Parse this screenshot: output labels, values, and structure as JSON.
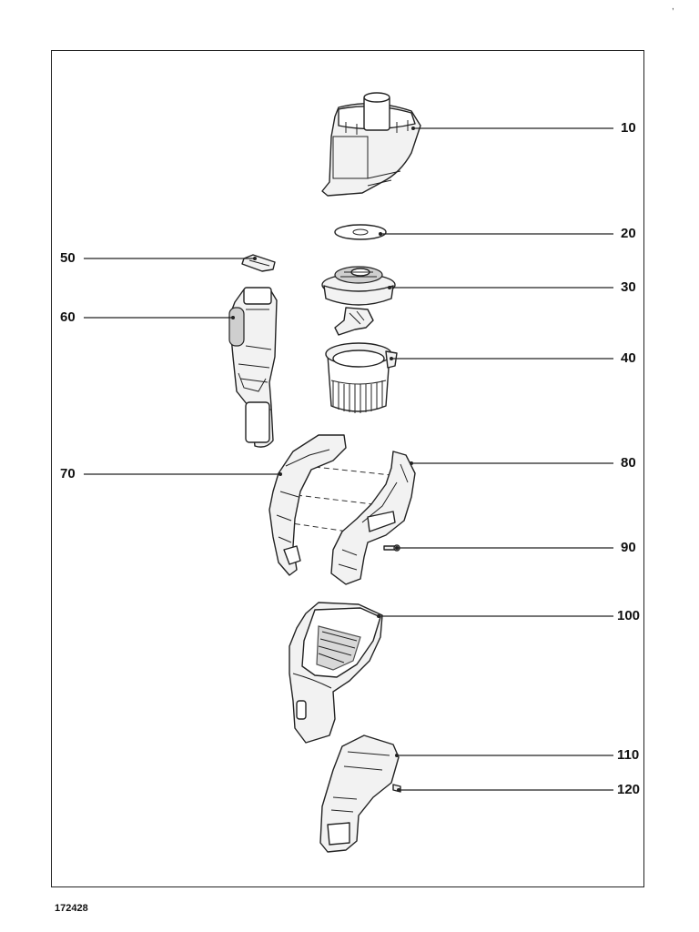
{
  "document": {
    "number": "172428",
    "corner_mark": ","
  },
  "parts": [
    {
      "id": "10",
      "label": "10"
    },
    {
      "id": "20",
      "label": "20"
    },
    {
      "id": "30",
      "label": "30"
    },
    {
      "id": "40",
      "label": "40"
    },
    {
      "id": "50",
      "label": "50"
    },
    {
      "id": "60",
      "label": "60"
    },
    {
      "id": "70",
      "label": "70"
    },
    {
      "id": "80",
      "label": "80"
    },
    {
      "id": "90",
      "label": "90"
    },
    {
      "id": "100",
      "label": "100"
    },
    {
      "id": "110",
      "label": "110"
    },
    {
      "id": "120",
      "label": "120"
    }
  ]
}
